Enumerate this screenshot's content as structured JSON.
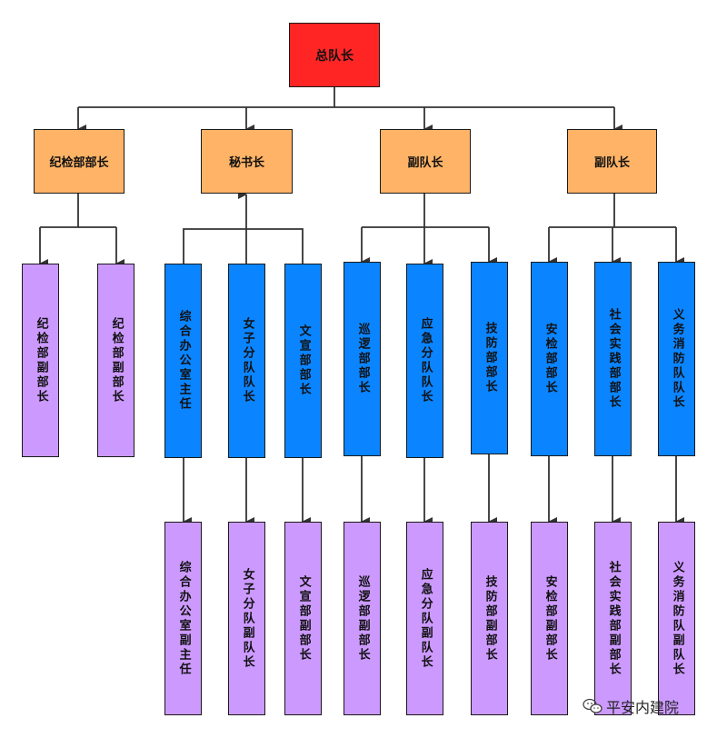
{
  "nodes": {
    "root": "总队长",
    "mgr1": "纪检部部长",
    "mgr2": "秘书长",
    "mgr3": "副队长",
    "mgr4": "副队长",
    "jj_dep1": "纪检部副部长",
    "jj_dep2": "纪检部副部长",
    "office_head": "综合办公室主任",
    "women_captain": "女子分队队长",
    "promo_head": "文宣部部长",
    "patrol_head": "巡逻部部长",
    "emergency_captain": "应急分队队长",
    "tech_head": "技防部部长",
    "security_head": "安检部部长",
    "social_head": "社会实践部部长",
    "fire_captain": "义务消防队队长",
    "office_deputy": "综合办公室副主任",
    "women_vice": "女子分队副队长",
    "promo_deputy": "文宣部副部长",
    "patrol_deputy": "巡逻部副部长",
    "emergency_vice": "应急分队副队长",
    "tech_deputy": "技防部副部长",
    "security_deputy": "安检部副部长",
    "social_deputy": "社会实践部副部长",
    "fire_vice": "义务消防队副队长"
  },
  "watermark": {
    "text": "平安内建院",
    "icon": "wechat-icon"
  },
  "colors": {
    "root": "#ff2525",
    "manager": "#ffb366",
    "head": "#0a84ff",
    "deputy": "#cc99ff",
    "line": "#333333"
  }
}
